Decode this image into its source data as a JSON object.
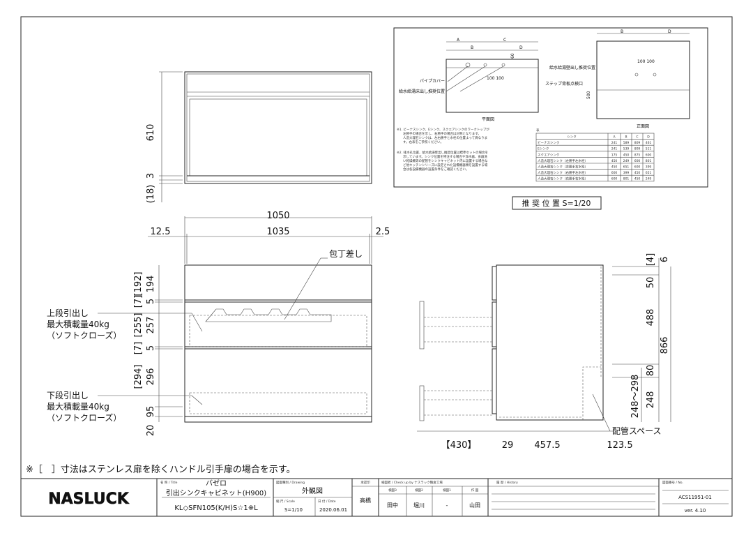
{
  "top_view": {
    "dims": {
      "depth": "610",
      "gap": "3",
      "base": "(18)"
    }
  },
  "front_view": {
    "dims": {
      "overall_width": "1050",
      "inner_width": "1035",
      "left_offset": "12.5",
      "right_offset": "2.5"
    },
    "vertical_dims": [
      "194",
      "5",
      "257",
      "5",
      "296",
      "95",
      "20"
    ],
    "bracket_dims": [
      "[192]",
      "[7]",
      "[255]",
      "[7]",
      "[294]"
    ],
    "knife_label": "包丁差し",
    "upper_drawer": [
      "上段引出し",
      "最大積載量40kg",
      "（ソフトクローズ）"
    ],
    "lower_drawer": [
      "下段引出し",
      "最大積載量40kg",
      "（ソフトクローズ）"
    ]
  },
  "side_view": {
    "vertical_dims": {
      "b4": "[4]",
      "d6": "6",
      "d50": "50",
      "d488": "488",
      "d866": "866",
      "d80": "80",
      "d248": "248",
      "range": "248～298"
    },
    "bottom_dims": {
      "open": "【430】",
      "d29": "29",
      "d457": "457.5",
      "d123": "123.5"
    },
    "pipe_label": "配管スペース"
  },
  "recommend": {
    "plan": {
      "letters": [
        "A",
        "B",
        "C",
        "D"
      ],
      "pipe_cover": "パイプカバー",
      "supply_floor": "給水給湯床出し推奨位置",
      "spacing": "100 100",
      "d60": "60",
      "caption": "平面図"
    },
    "front": {
      "letters": [
        "B",
        "D"
      ],
      "supply_wall": "給水給湯壁出し推奨位置",
      "step": "ステップ背板点検口",
      "spacing": "100 100",
      "d500": "500",
      "caption": "正面図"
    },
    "notes": [
      "※1. ビーナスシンク、Eシンク、スクエアシンクのワークトップが",
      "左勝手の場合を示し、右勝手の場合は対称となります。",
      "人造大理石シンクは、左右勝手と水栓の位置よって異なりま",
      "す。右表をご参照ください。",
      "※2. 排水孔位置、給水給湯壁出し推奨位置は標準セットの場合を",
      "示しています。シンク位置を特注する場合や浄水器、食器洗",
      "い乾燥機等の配管をシンクキャビネット内に設置する場合な",
      "ど他キッチンシリーズに設定された設備機器類を設置する場",
      "合は各設備機器の設置条件をご確認ください。"
    ],
    "table_label": "表",
    "table": {
      "headers": [
        "シンク",
        "A",
        "B",
        "C",
        "D"
      ],
      "rows": [
        [
          "ビーナスシンク",
          "241",
          "589",
          "809",
          "461"
        ],
        [
          "Eシンク",
          "241",
          "539",
          "809",
          "511"
        ],
        [
          "スクエアシンク",
          "175",
          "450",
          "875",
          "600"
        ],
        [
          "人造大理石シンク（左勝手左水栓）",
          "450",
          "249",
          "600",
          "801"
        ],
        [
          "人造大理石シンク（左勝手右水栓）",
          "450",
          "651",
          "600",
          "399"
        ],
        [
          "人造大理石シンク（右勝手左水栓）",
          "600",
          "399",
          "450",
          "651"
        ],
        [
          "人造大理石シンク（右勝手右水栓）",
          "600",
          "801",
          "450",
          "249"
        ]
      ]
    },
    "title": "推 奨 位 置 S=1/20"
  },
  "footnote": "※［　］寸法はステンレス扉を除くハンドル引手扉の場合を示す。",
  "title_block": {
    "logo": "NASLUCK",
    "title_label": "名 称 / Title",
    "series": "バゼロ",
    "product": "引出シンクキャビネット(H900)",
    "model": "KL◇SFN105(K/H)S☆1※L",
    "drawing_label": "図面種別 / Drawing",
    "drawing": "外観図",
    "scale_label": "縮 尺 / Scale",
    "scale": "S=1/10",
    "date_label": "日 付 / Date",
    "date": "2020.06.01",
    "approval_label": "承認印",
    "approver": "高橋",
    "check_label": "検図者 / Check up by ナスラック鶴倉工場",
    "check_cols": [
      "検図3",
      "検図2",
      "検図1",
      "作 図"
    ],
    "check_names": [
      "田中",
      "堀川",
      "-",
      "山田"
    ],
    "history_label": "履 歴 / History",
    "no_label": "図面番号 / No.",
    "number": "ACS11951-01",
    "version": "ver. 4.10"
  }
}
